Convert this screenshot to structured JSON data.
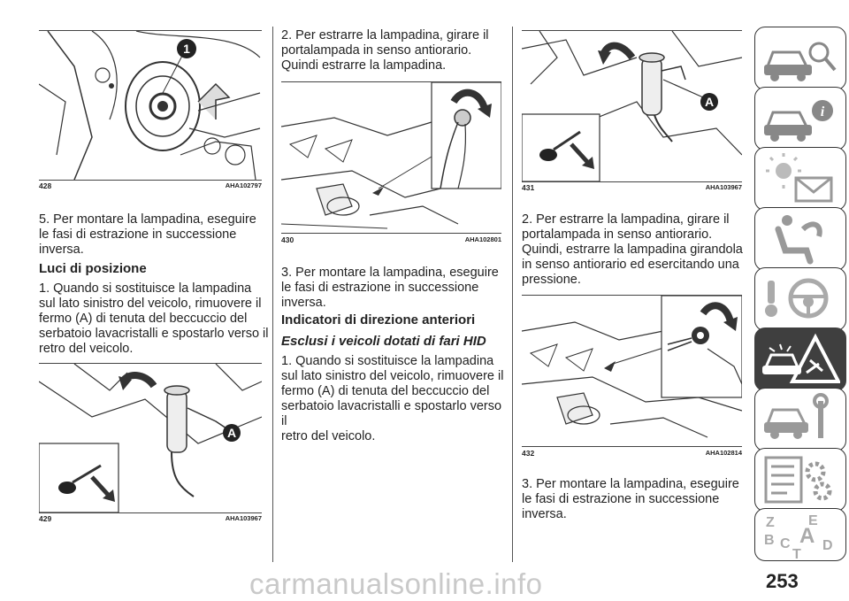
{
  "col1": {
    "fig428": {
      "num": "428",
      "code": "AHA102797",
      "callout": "1"
    },
    "para1": [
      "5. Per montare la lampadina, eseguire",
      "le fasi di estrazione in successione",
      "inversa."
    ],
    "heading": "Luci di posizione",
    "para2": [
      "1. Quando si sostituisce la lampadina",
      "sul lato sinistro del veicolo, rimuovere il",
      "fermo (A) di tenuta del beccuccio del",
      "serbatoio lavacristalli e spostarlo verso il",
      "retro del veicolo."
    ],
    "fig429": {
      "num": "429",
      "code": "AHA103967",
      "callout": "A"
    }
  },
  "col2": {
    "para1": [
      "2. Per estrarre la lampadina, girare il",
      "portalampada in senso antiorario.",
      "Quindi estrarre la lampadina."
    ],
    "fig430": {
      "num": "430",
      "code": "AHA102801"
    },
    "para2": [
      "3. Per montare la lampadina, eseguire",
      "le fasi di estrazione in successione",
      "inversa."
    ],
    "heading": "Indicatori di direzione anteriori",
    "subheading": "Esclusi i veicoli dotati di fari HID",
    "para3": [
      "1. Quando si sostituisce la lampadina",
      "sul lato sinistro del veicolo, rimuovere il",
      "fermo (A) di tenuta del beccuccio del",
      "serbatoio lavacristalli e spostarlo verso il",
      "retro del veicolo."
    ]
  },
  "col3": {
    "fig431": {
      "num": "431",
      "code": "AHA103967",
      "callout": "A"
    },
    "para1": [
      "2. Per estrarre la lampadina, girare il",
      "portalampada in senso antiorario.",
      "Quindi, estrarre la lampadina girandola",
      "in senso antiorario ed esercitando una",
      "pressione."
    ],
    "fig432": {
      "num": "432",
      "code": "AHA102814"
    },
    "para2": [
      "3. Per montare la lampadina, eseguire",
      "le fasi di estrazione in successione",
      "inversa."
    ]
  },
  "sidebar": {
    "tabs": [
      {
        "icon": "car-search-icon"
      },
      {
        "icon": "car-info-icon"
      },
      {
        "icon": "dashboard-lights-icon"
      },
      {
        "icon": "seat-airbag-icon"
      },
      {
        "icon": "key-steering-icon"
      },
      {
        "icon": "car-warning-triangle-icon",
        "active": true
      },
      {
        "icon": "car-wrench-icon"
      },
      {
        "icon": "list-settings-icon"
      },
      {
        "icon": "alphabet-index-icon",
        "letters": [
          "Z",
          "E",
          "B",
          "A",
          "C",
          "D",
          "T"
        ]
      }
    ]
  },
  "page_number": "253",
  "watermark": "carmanualsonline.info",
  "colors": {
    "active_tab": "#3f3f3f",
    "text": "#222222",
    "rule": "#444444"
  }
}
